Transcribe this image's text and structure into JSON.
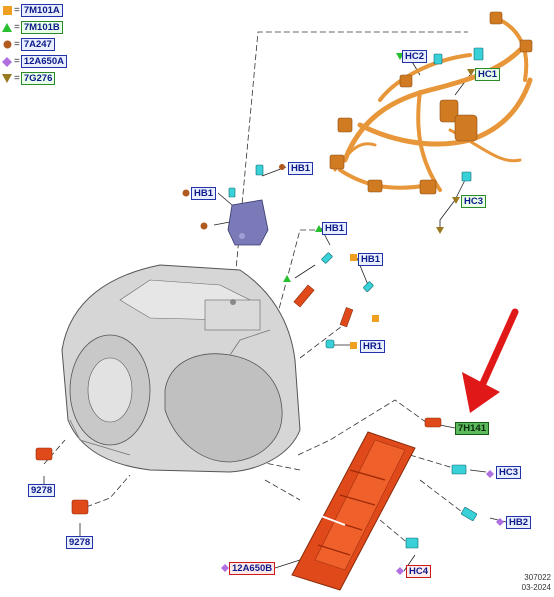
{
  "legend": [
    {
      "symbol": "square",
      "color": "#f0a020",
      "code": "7M101A",
      "frame": "blue"
    },
    {
      "symbol": "triangle",
      "color": "#28c030",
      "code": "7M101B",
      "frame": "green"
    },
    {
      "symbol": "circle",
      "color": "#b05a20",
      "code": "7A247",
      "frame": "blue"
    },
    {
      "symbol": "diamond",
      "color": "#b070e0",
      "code": "12A650A",
      "frame": "blue"
    },
    {
      "symbol": "triangle-down",
      "color": "#9a7a20",
      "code": "7G276",
      "frame": "green"
    }
  ],
  "legend_separator": "=",
  "callouts": {
    "hc2": "HC2",
    "hc1": "HC1",
    "hc3_top": "HC3",
    "hb1_a": "HB1",
    "hb1_b": "HB1",
    "hb1_c": "HB1",
    "hb1_d": "HB1",
    "hr1": "HR1",
    "c7h141": "7H141",
    "hc3_bottom": "HC3",
    "hb2": "HB2",
    "hc4": "HC4",
    "c12a650b": "12A650B",
    "c9278_a": "9278",
    "c9278_b": "9278"
  },
  "document": {
    "number": "307022",
    "date": "03-2024"
  },
  "colors": {
    "harness": "#e8963a",
    "module": "#e04a1a",
    "connector": "#3ad0d8",
    "arrow": "#e01818",
    "transmission": "#cfcfcf"
  }
}
